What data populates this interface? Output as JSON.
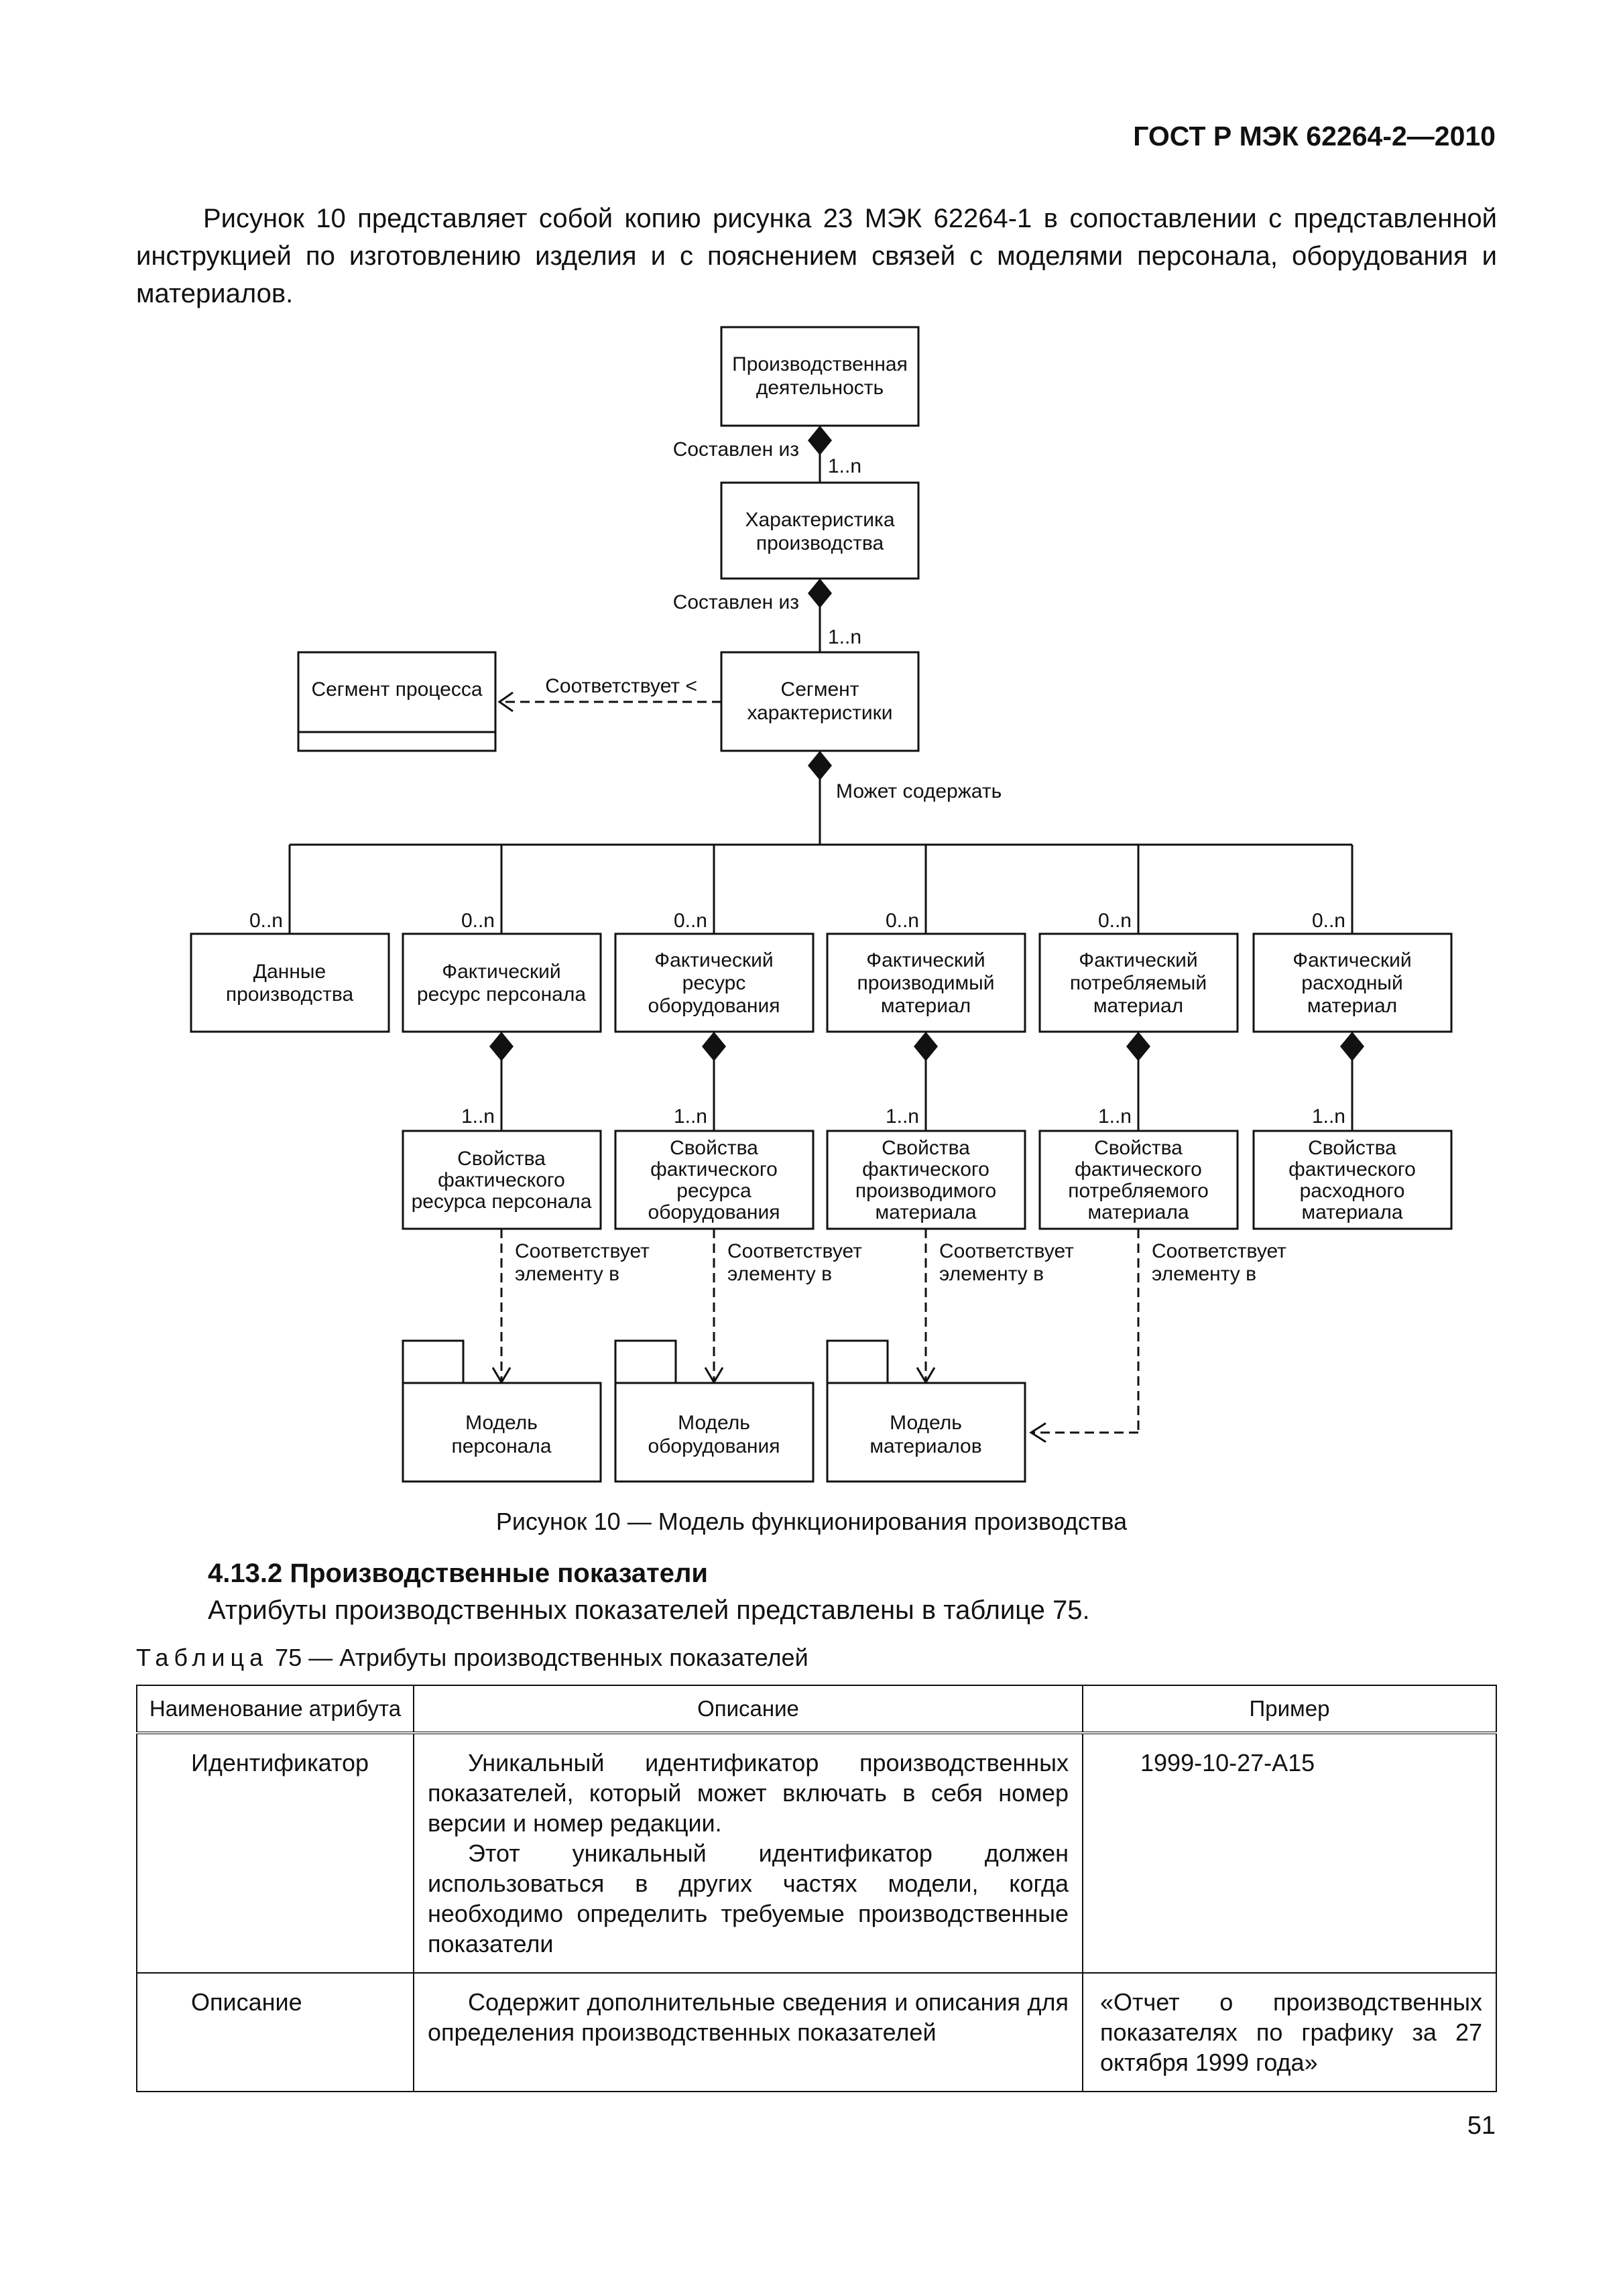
{
  "header": {
    "doc_id": "ГОСТ Р МЭК 62264-2—2010"
  },
  "intro": "Рисунок 10 представляет собой копию рисунка 23 МЭК 62264-1 в сопоставлении с представленной инструкцией по изготовлению изделия и с пояснением связей с моделями персонала, оборудования и материалов.",
  "diagram": {
    "top": {
      "line1": "Производственная",
      "line2": "деятельность"
    },
    "composed_of": "Составлен из",
    "mult_1n": "1..n",
    "mult_0n": "0..n",
    "characteristic": {
      "line1": "Характеристика",
      "line2": "производства"
    },
    "segment": {
      "line1": "Сегмент",
      "line2": "характеристики"
    },
    "process_segment": "Сегмент процесса",
    "corresponds": "Соответствует <",
    "may_contain": "Может содержать",
    "children": [
      {
        "lines": [
          "Данные",
          "производства"
        ]
      },
      {
        "lines": [
          "Фактический",
          "ресурс персонала"
        ]
      },
      {
        "lines": [
          "Фактический",
          "ресурс",
          "оборудования"
        ]
      },
      {
        "lines": [
          "Фактический",
          "производимый",
          "материал"
        ]
      },
      {
        "lines": [
          "Фактический",
          "потребляемый",
          "материал"
        ]
      },
      {
        "lines": [
          "Фактический",
          "расходный",
          "материал"
        ]
      }
    ],
    "properties": [
      {
        "lines": [
          "Свойства",
          "фактического",
          "ресурса персонала"
        ]
      },
      {
        "lines": [
          "Свойства",
          "фактического",
          "ресурса",
          "оборудования"
        ]
      },
      {
        "lines": [
          "Свойства",
          "фактического",
          "производимого",
          "материала"
        ]
      },
      {
        "lines": [
          "Свойства",
          "фактического",
          "потребляемого",
          "материала"
        ]
      },
      {
        "lines": [
          "Свойства",
          "фактического",
          "расходного",
          "материала"
        ]
      }
    ],
    "corresponds_to": {
      "line1": "Соответствует",
      "line2": "элементу в"
    },
    "models": [
      {
        "line1": "Модель",
        "line2": "персонала"
      },
      {
        "line1": "Модель",
        "line2": "оборудования"
      },
      {
        "line1": "Модель",
        "line2": "материалов"
      }
    ]
  },
  "figure_caption": "Рисунок 10 — Модель функционирования производства",
  "section": {
    "title": "4.13.2 Производственные показатели",
    "subtitle": "Атрибуты производственных показателей представлены в таблице 75."
  },
  "table_caption": {
    "label": "Таблица",
    "text": "75 — Атрибуты производственных показателей"
  },
  "table": {
    "headers": [
      "Наименование атрибута",
      "Описание",
      "Пример"
    ],
    "rows": [
      {
        "name": "Идентификатор",
        "desc1": "Уникальный идентификатор производственных показателей, который может включать в себя номер версии и номер редакции.",
        "desc2": "Этот уникальный идентификатор должен использоваться в других частях модели, когда необходимо определить требуемые производственные показатели",
        "example": "1999-10-27-A15"
      },
      {
        "name": "Описание",
        "desc1": "Содержит дополнительные сведения и описания для определения производственных показателей",
        "example": "«Отчет о производственных показателях по графику за 27 октября 1999 года»"
      }
    ]
  },
  "page_number": "51"
}
